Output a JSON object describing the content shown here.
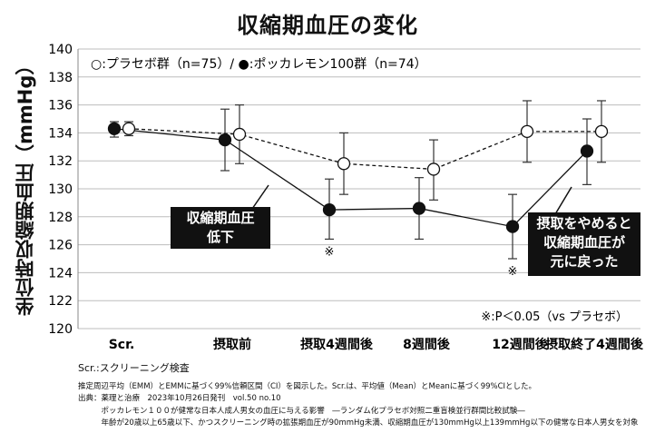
{
  "chart_data": {
    "type": "line",
    "title": "収縮期血圧の変化",
    "ylabel": "坐位時収縮期血圧（mmHg）",
    "ylim": [
      120,
      140
    ],
    "yticks": [
      120,
      122,
      124,
      126,
      128,
      130,
      132,
      134,
      136,
      138,
      140
    ],
    "categories": [
      "Scr.",
      "摂取前",
      "摂取4週間後",
      "8週間後",
      "12週間後",
      "摂取終了4週間後"
    ],
    "legend": {
      "placebo_symbol": "○",
      "placebo_text": ":プラセボ群（n=75）/ ",
      "active_symbol": "●",
      "active_text": ":ポッカレモン100群（n=74）"
    },
    "series": [
      {
        "name": "プラセボ群",
        "style": "dashed",
        "marker": "open-circle",
        "color": "#111111",
        "values": [
          134.3,
          133.9,
          131.8,
          131.4,
          134.1,
          134.1
        ],
        "ci_low": [
          133.8,
          131.8,
          129.6,
          129.2,
          131.9,
          131.9
        ],
        "ci_high": [
          134.8,
          136.0,
          134.0,
          133.5,
          136.3,
          136.3
        ]
      },
      {
        "name": "ポッカレモン100群",
        "style": "solid",
        "marker": "filled-circle",
        "color": "#111111",
        "values": [
          134.3,
          133.5,
          128.5,
          128.6,
          127.3,
          132.7
        ],
        "ci_low": [
          133.7,
          131.3,
          126.4,
          126.4,
          125.0,
          130.3
        ],
        "ci_high": [
          134.8,
          135.7,
          130.7,
          130.8,
          129.6,
          135.0
        ]
      }
    ],
    "significance_marks": [
      {
        "category_index": 2,
        "label": "※"
      },
      {
        "category_index": 4,
        "label": "※"
      }
    ],
    "significance_note": "※:P＜0.05（vs プラセボ）",
    "annotations": {
      "callout1": [
        "収縮期血圧",
        "低下"
      ],
      "callout2": [
        "摂取をやめると",
        "収縮期血圧が",
        "元に戻った"
      ]
    }
  },
  "notes": {
    "screening": "Scr.:スクリーニング検査",
    "line1": "推定周辺平均（EMM）とEMMに基づく99%信頼区間（CI）を図示した。Scr.は、平均値（Mean）とMeanに基づく99%CIとした。",
    "line2": "出典：薬理と治療　2023年10月26日発刊　vol.50 no.10",
    "line3": "　　　ポッカレモン１００が健常な日本人成人男女の血圧に与える影響　―ランダム化プラセボ対照二重盲検並行群間比較試験―",
    "line4": "　　　年齢が20歳以上65歳以下、かつスクリーニング時の拡張期血圧が90mmHg未満、収縮期血圧が130mmHg以上139mmHg以下の健常な日本人男女を対象"
  }
}
